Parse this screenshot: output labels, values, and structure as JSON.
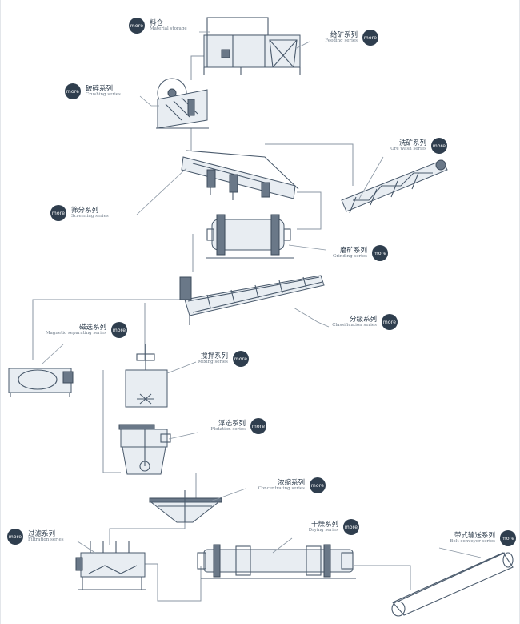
{
  "badge_text": "more",
  "stages": {
    "feeder": {
      "zh": "料仓",
      "en": "Material storage"
    },
    "vibrating_feeder": {
      "zh": "给矿系列",
      "en": "Feeding series"
    },
    "crusher": {
      "zh": "破碎系列",
      "en": "Crushing series"
    },
    "screening": {
      "zh": "筛分系列",
      "en": "Screening series"
    },
    "sand_washing": {
      "zh": "洗矿系列",
      "en": "Ore wash series"
    },
    "grinding": {
      "zh": "磨矿系列",
      "en": "Grinding series"
    },
    "classifying": {
      "zh": "分级系列",
      "en": "Classification series"
    },
    "magnetic": {
      "zh": "磁选系列",
      "en": "Magnetic separating series"
    },
    "mixing": {
      "zh": "搅拌系列",
      "en": "Mixing series"
    },
    "flotation": {
      "zh": "浮选系列",
      "en": "Flotation series"
    },
    "thickening": {
      "zh": "浓缩系列",
      "en": "Concentrating series"
    },
    "filtering": {
      "zh": "过滤系列",
      "en": "Filtration series"
    },
    "drying": {
      "zh": "干燥系列",
      "en": "Drying series"
    },
    "conveyor": {
      "zh": "带式输送系列",
      "en": "Belt conveyor series"
    }
  }
}
